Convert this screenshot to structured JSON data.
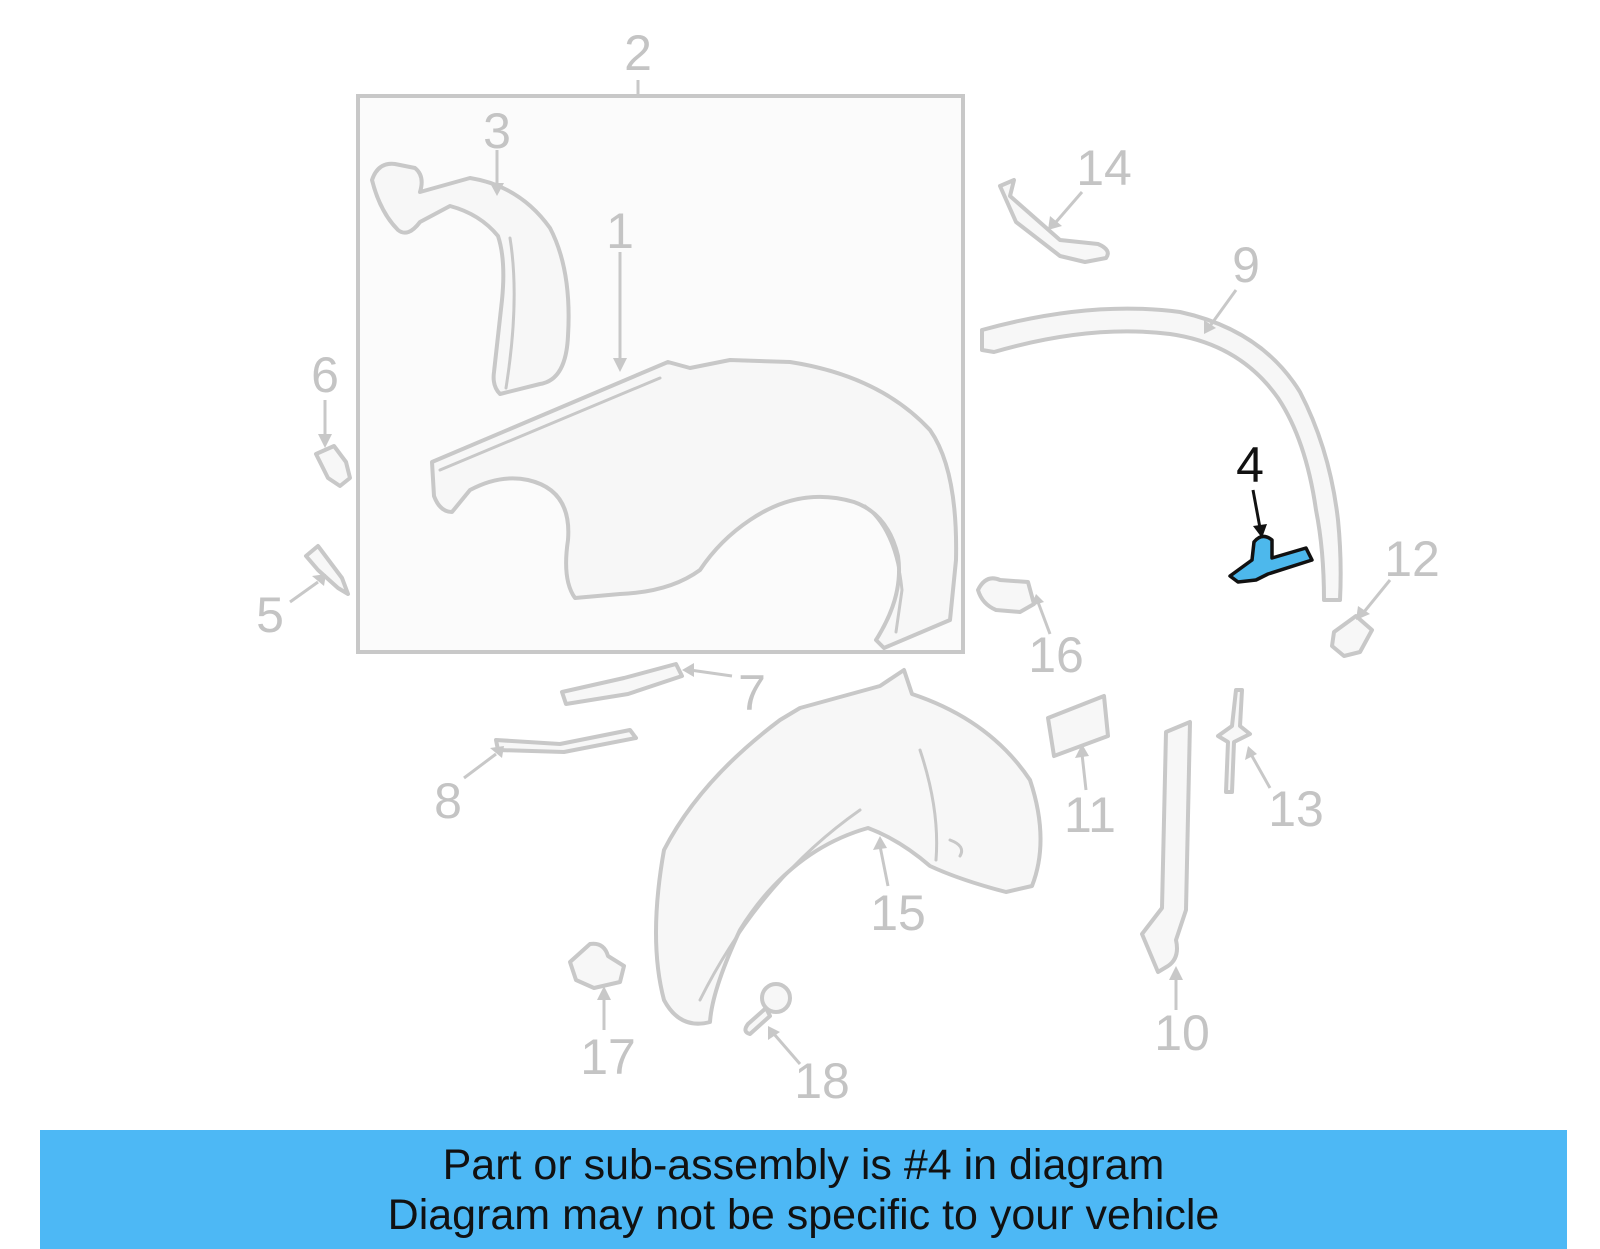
{
  "diagram": {
    "callouts": {
      "c1": "1",
      "c2": "2",
      "c3": "3",
      "c4": "4",
      "c5": "5",
      "c6": "6",
      "c7": "7",
      "c8": "8",
      "c9": "9",
      "c10": "10",
      "c11": "11",
      "c12": "12",
      "c13": "13",
      "c14": "14",
      "c15": "15",
      "c16": "16",
      "c17": "17",
      "c18": "18"
    },
    "highlighted_part": "4",
    "colors": {
      "highlight": "#4db8ec",
      "banner": "#4db8f5",
      "muted_line": "#c8c8c8"
    }
  },
  "banner": {
    "line1": "Part or sub-assembly is #4 in diagram",
    "line2": "Diagram may not be specific to your vehicle"
  }
}
